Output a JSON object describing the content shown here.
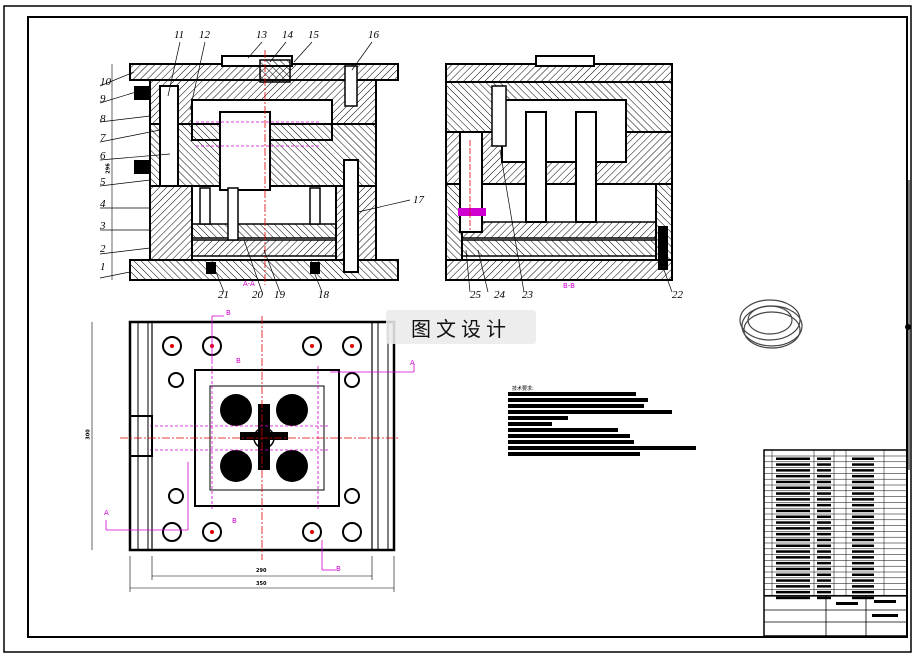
{
  "labels": {
    "part_numbers": [
      "1",
      "2",
      "3",
      "4",
      "5",
      "6",
      "7",
      "8",
      "9",
      "10",
      "11",
      "12",
      "13",
      "14",
      "15",
      "16",
      "17",
      "18",
      "19",
      "20",
      "21",
      "22",
      "23",
      "24",
      "25"
    ],
    "section_aa": "A-A",
    "section_bb": "B-B",
    "view_markers": [
      "A",
      "A",
      "B",
      "B",
      "B",
      "B"
    ],
    "dim_height": "296",
    "dim_plate_h": "300",
    "dim_inner_w": "290",
    "dim_outer_w": "350"
  },
  "watermark": "图文设计",
  "notes_title": "技术要求:",
  "colors": {
    "line": "#000000",
    "section": "#d000d0",
    "center": "#e00000",
    "hatch": "#000000"
  }
}
